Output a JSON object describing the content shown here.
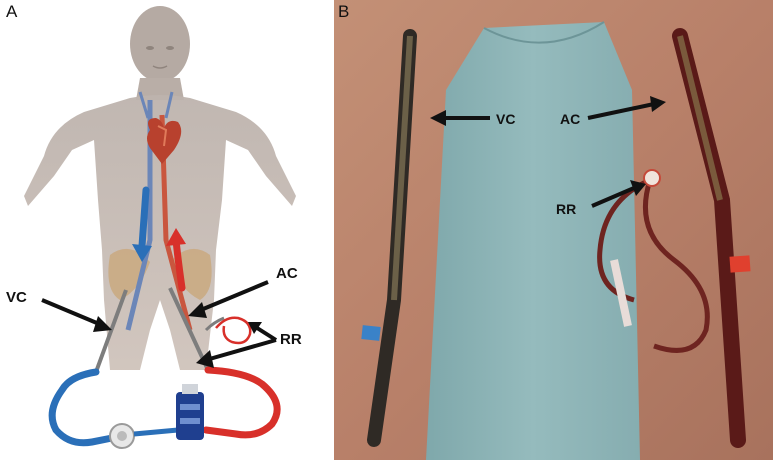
{
  "panel_a": {
    "letter": "A",
    "labels": {
      "vc": "VC",
      "ac": "AC",
      "rr": "RR"
    }
  },
  "panel_b": {
    "letter": "B",
    "labels": {
      "vc": "VC",
      "ac": "AC",
      "rr": "RR"
    }
  },
  "colors": {
    "venous_blue": "#2a6fb8",
    "arterial_red": "#d8302a",
    "drape_blue": "#8fb3b5",
    "skin_tone": "#c48f73",
    "arrow_black": "#111111"
  }
}
